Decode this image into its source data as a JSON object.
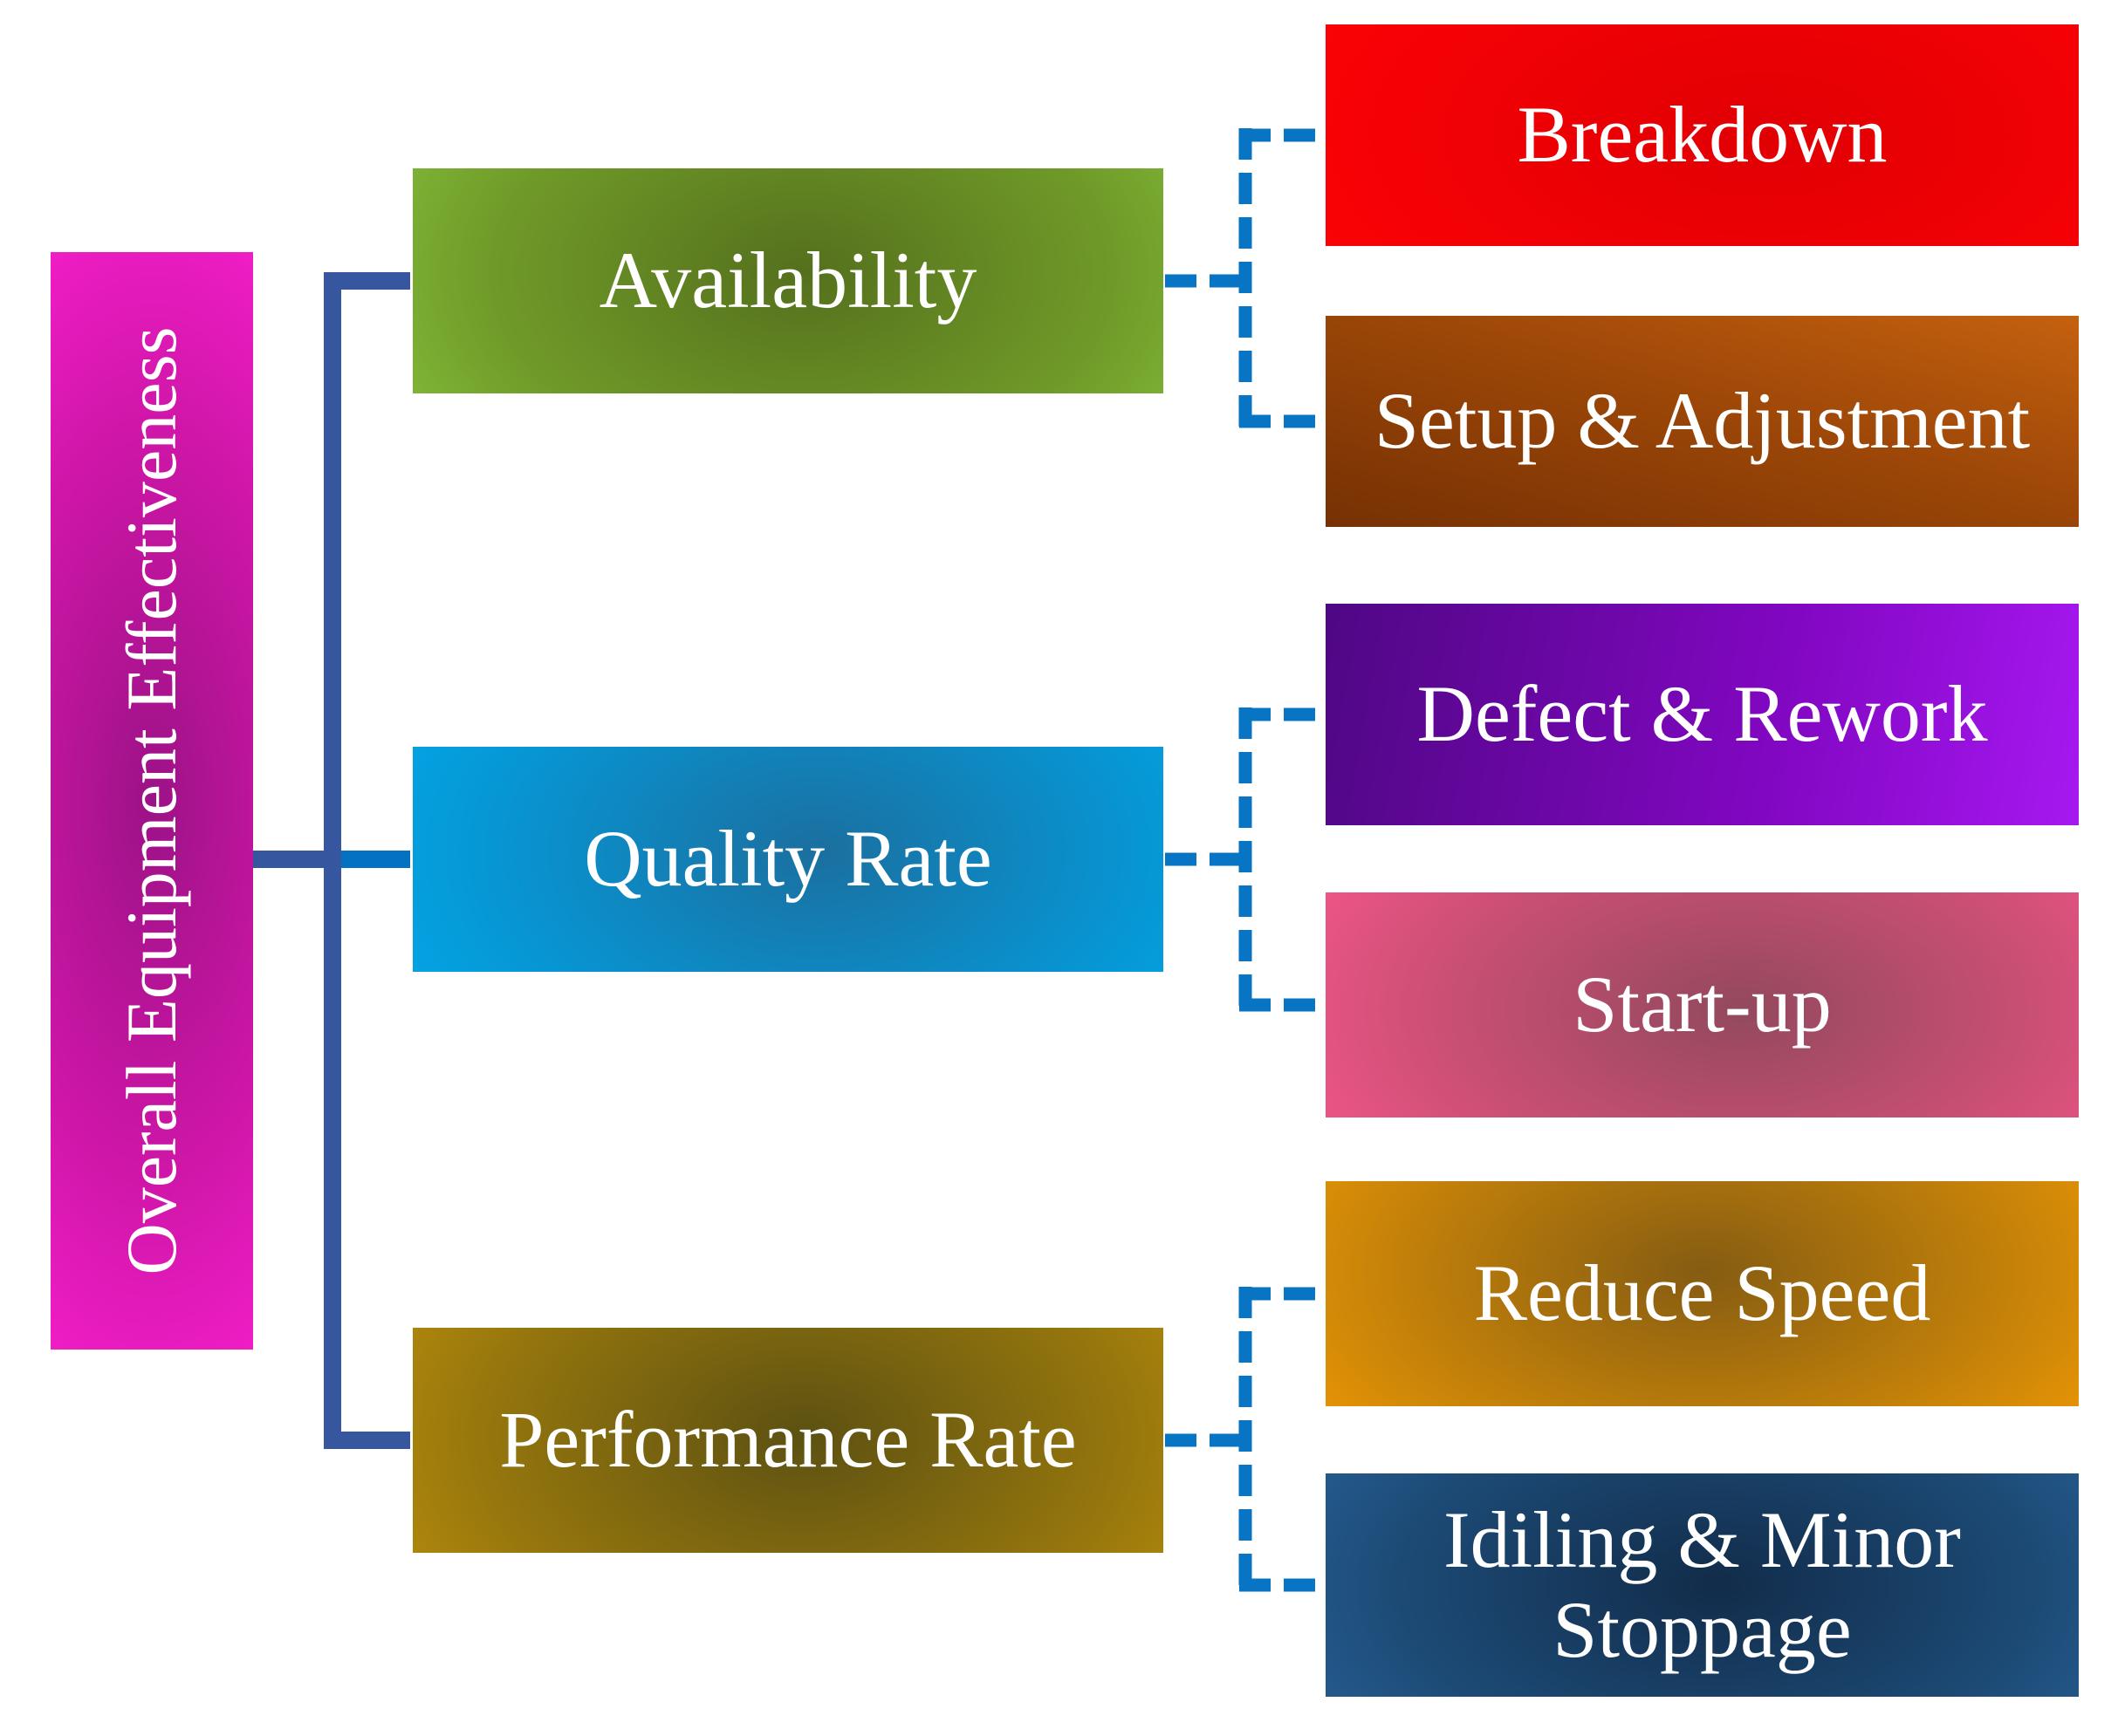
{
  "diagram": {
    "root": {
      "label": "Overall Equipment Effectiveness",
      "color": "#e81bbd"
    },
    "branches": [
      {
        "label": "Availability",
        "color": "#79a92e",
        "children": [
          {
            "label": "Breakdown",
            "color": "#fb0104"
          },
          {
            "label": "Setup & Adjustment",
            "color": "#9d4708"
          }
        ]
      },
      {
        "label": "Quality Rate",
        "color": "#00aeef",
        "children": [
          {
            "label": "Defect & Rework",
            "color": "#8207c2"
          },
          {
            "label": "Start-up",
            "color": "#f9578c"
          }
        ]
      },
      {
        "label": "Performance Rate",
        "color": "#c9970b",
        "children": [
          {
            "label": "Reduce Speed",
            "color": "#f59c03"
          },
          {
            "label": "Idiling & Minor Stoppage",
            "color": "#2a649c"
          }
        ]
      }
    ],
    "connectors": {
      "solid_color": "#36579f",
      "solid_highlight_color": "#0571c1",
      "dashed_color": "#0774c4"
    }
  }
}
